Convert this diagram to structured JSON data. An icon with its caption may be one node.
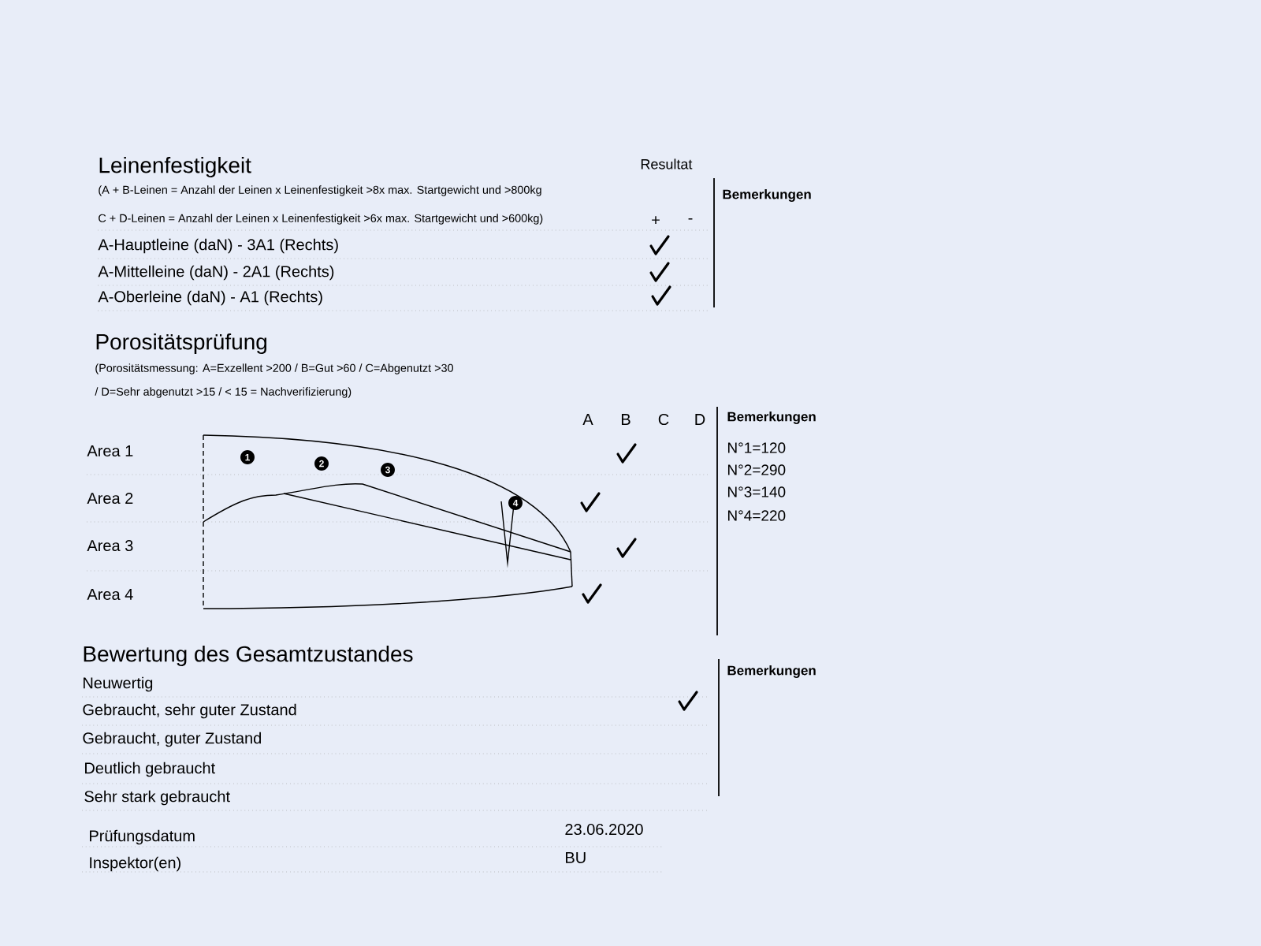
{
  "diagram": {
    "labels": [
      "Leinenfestigkeit",
      "Resultat",
      "(A + B-Leinen = Anzahl der Leinen x Leinenfestigkeit >8x max. Startgewicht und >800kg",
      "Bemerkungen",
      "C + D-Leinen = Anzahl der Leinen x Leinenfestigkeit >6x max. Startgewicht und >600kg)",
      "+",
      "-",
      "A-Hauptleine (daN) - 3A1 (Rechts)",
      "A-Mittelleine (daN) - 2A1 (Rechts)",
      "A-Oberleine (daN) - A1 (Rechts)",
      "Porositätsprüfung",
      "(Porositätsmessung: A=Exzellent >200 / B=Gut >60 / C=Abgenutzt >30",
      "/ D=Sehr abgenutzt >15 / < 15 = Nachverifizierung)",
      "A",
      "B",
      "C",
      "D",
      "Bemerkungen",
      "Area 1",
      "N°1=120",
      "N°2=290",
      "N°3=140",
      "N°4=220",
      "Area 2",
      "Area 3",
      "Area 4",
      "1",
      "2",
      "3",
      "4",
      "Bewertung des Gesamtzustandes",
      "Bemerkungen",
      "Neuwertig",
      "Gebraucht, sehr guter Zustand",
      "Gebraucht, guter Zustand",
      "Deutlich gebraucht",
      "Sehr stark gebraucht",
      "23.06.2020",
      "Prüfungsdatum",
      "BU",
      "Inspektor(en)"
    ]
  }
}
